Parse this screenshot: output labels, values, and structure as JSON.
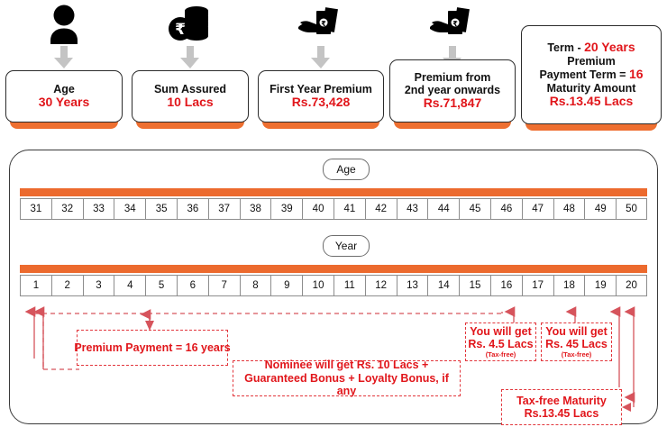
{
  "top_cards": [
    {
      "icon": "person-icon",
      "lines": [
        {
          "text": "Age",
          "style": "black"
        },
        {
          "text": "30 Years",
          "style": "red"
        }
      ]
    },
    {
      "icon": "rupee-coins-icon",
      "lines": [
        {
          "text": "Sum Assured",
          "style": "black"
        },
        {
          "text": "10 Lacs",
          "style": "red"
        }
      ]
    },
    {
      "icon": "hand-cash-icon",
      "lines": [
        {
          "text": "First Year Premium",
          "style": "black"
        },
        {
          "text": "Rs.73,428",
          "style": "red"
        }
      ]
    },
    {
      "icon": "hand-cash-icon",
      "lines": [
        {
          "text": "Premium from",
          "style": "black"
        },
        {
          "text": "2nd year onwards",
          "style": "black"
        },
        {
          "text": "Rs.71,847",
          "style": "red"
        }
      ]
    }
  ],
  "summary_card": {
    "term_label": "Term  - ",
    "term_value": "20 Years",
    "premium_word": "Premium",
    "payment_term_label": "Payment Term = ",
    "payment_term_value": "16",
    "maturity_label": "Maturity Amount",
    "maturity_value": "Rs.13.45 Lacs"
  },
  "timeline": {
    "age_pill": "Age",
    "year_pill": "Year",
    "ages": [
      "31",
      "32",
      "33",
      "34",
      "35",
      "36",
      "37",
      "38",
      "39",
      "40",
      "41",
      "42",
      "43",
      "44",
      "45",
      "46",
      "47",
      "48",
      "49",
      "50"
    ],
    "years": [
      "1",
      "2",
      "3",
      "4",
      "5",
      "6",
      "7",
      "8",
      "9",
      "10",
      "11",
      "12",
      "13",
      "14",
      "15",
      "16",
      "17",
      "18",
      "19",
      "20"
    ]
  },
  "annotations": {
    "premium_payment": {
      "line1": "Premium Payment = 16 years"
    },
    "nominee": {
      "line1": "Nominee will get Rs. 10 Lacs + Guaranteed Bonus + Loyalty Bonus, if any"
    },
    "payout_1": {
      "line1": "You will get",
      "line2": "Rs. 4.5 Lacs",
      "note": "(Tax-free)"
    },
    "payout_2": {
      "line1": "You will get",
      "line2": "Rs. 45 Lacs",
      "note": "(Tax-free)"
    },
    "maturity": {
      "line1": "Tax-free Maturity",
      "line2": "Rs.13.45 Lacs"
    }
  },
  "colors": {
    "orange": "#ec6a2e",
    "red": "#e1161b",
    "dashed_red": "#e2363c",
    "arrow_gray": "#c4c4c4",
    "cell_border": "#8d8d8d"
  }
}
